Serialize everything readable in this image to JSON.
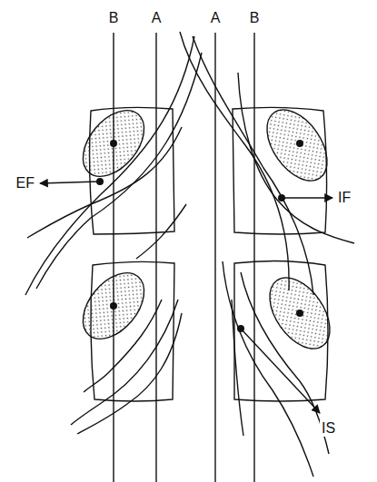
{
  "diagram": {
    "labels": [
      "B",
      "A",
      "A",
      "B",
      "EF",
      "IF",
      "IS"
    ]
  }
}
